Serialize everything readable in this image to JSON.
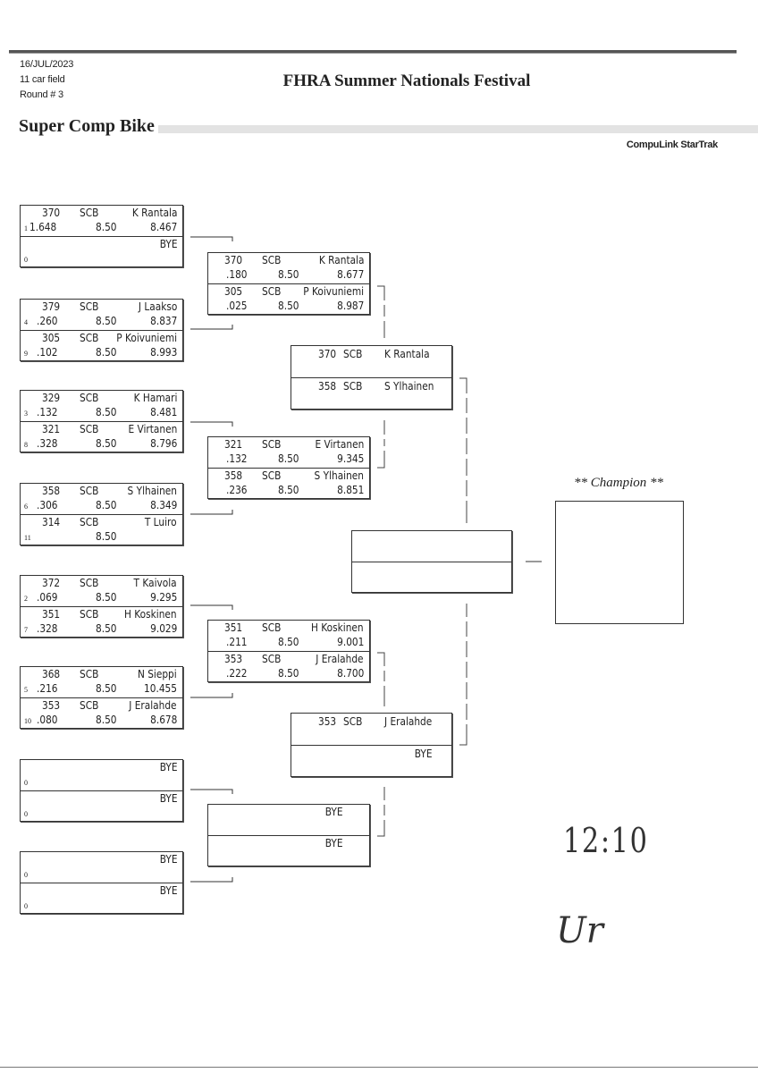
{
  "header": {
    "date": "16/JUL/2023",
    "field": "11 car field",
    "round": "Round # 3",
    "title": "FHRA Summer Nationals Festival",
    "class_name": "Super Comp Bike",
    "brand": "CompuLink StarTrak"
  },
  "round1": [
    [
      {
        "car": "370",
        "cls": "SCB",
        "name": "K Rantala",
        "seed": "1",
        "rt": "1.648",
        "dial": "8.50",
        "et": "8.467"
      },
      {
        "car": "",
        "cls": "",
        "name": "BYE",
        "seed": "0",
        "rt": "",
        "dial": "",
        "et": ""
      }
    ],
    [
      {
        "car": "379",
        "cls": "SCB",
        "name": "J Laakso",
        "seed": "4",
        "rt": ".260",
        "dial": "8.50",
        "et": "8.837"
      },
      {
        "car": "305",
        "cls": "SCB",
        "name": "P Koivuniemi",
        "seed": "9",
        "rt": ".102",
        "dial": "8.50",
        "et": "8.993"
      }
    ],
    [
      {
        "car": "329",
        "cls": "SCB",
        "name": "K Hamari",
        "seed": "3",
        "rt": ".132",
        "dial": "8.50",
        "et": "8.481"
      },
      {
        "car": "321",
        "cls": "SCB",
        "name": "E Virtanen",
        "seed": "8",
        "rt": ".328",
        "dial": "8.50",
        "et": "8.796"
      }
    ],
    [
      {
        "car": "358",
        "cls": "SCB",
        "name": "S Ylhainen",
        "seed": "6",
        "rt": ".306",
        "dial": "8.50",
        "et": "8.349"
      },
      {
        "car": "314",
        "cls": "SCB",
        "name": "T Luiro",
        "seed": "11",
        "rt": "",
        "dial": "8.50",
        "et": ""
      }
    ],
    [
      {
        "car": "372",
        "cls": "SCB",
        "name": "T Kaivola",
        "seed": "2",
        "rt": ".069",
        "dial": "8.50",
        "et": "9.295"
      },
      {
        "car": "351",
        "cls": "SCB",
        "name": "H Koskinen",
        "seed": "7",
        "rt": ".328",
        "dial": "8.50",
        "et": "9.029"
      }
    ],
    [
      {
        "car": "368",
        "cls": "SCB",
        "name": "N Sieppi",
        "seed": "5",
        "rt": ".216",
        "dial": "8.50",
        "et": "10.455"
      },
      {
        "car": "353",
        "cls": "SCB",
        "name": "J Eralahde",
        "seed": "10",
        "rt": ".080",
        "dial": "8.50",
        "et": "8.678"
      }
    ],
    [
      {
        "car": "",
        "cls": "",
        "name": "BYE",
        "seed": "0",
        "rt": "",
        "dial": "",
        "et": ""
      },
      {
        "car": "",
        "cls": "",
        "name": "BYE",
        "seed": "0",
        "rt": "",
        "dial": "",
        "et": ""
      }
    ],
    [
      {
        "car": "",
        "cls": "",
        "name": "BYE",
        "seed": "0",
        "rt": "",
        "dial": "",
        "et": ""
      },
      {
        "car": "",
        "cls": "",
        "name": "BYE",
        "seed": "0",
        "rt": "",
        "dial": "",
        "et": ""
      }
    ]
  ],
  "round2": [
    [
      {
        "car": "370",
        "cls": "SCB",
        "name": "K Rantala",
        "rt": ".180",
        "dial": "8.50",
        "et": "8.677"
      },
      {
        "car": "305",
        "cls": "SCB",
        "name": "P Koivuniemi",
        "rt": ".025",
        "dial": "8.50",
        "et": "8.987"
      }
    ],
    [
      {
        "car": "321",
        "cls": "SCB",
        "name": "E Virtanen",
        "rt": ".132",
        "dial": "8.50",
        "et": "9.345"
      },
      {
        "car": "358",
        "cls": "SCB",
        "name": "S Ylhainen",
        "rt": ".236",
        "dial": "8.50",
        "et": "8.851"
      }
    ],
    [
      {
        "car": "351",
        "cls": "SCB",
        "name": "H Koskinen",
        "rt": ".211",
        "dial": "8.50",
        "et": "9.001"
      },
      {
        "car": "353",
        "cls": "SCB",
        "name": "J Eralahde",
        "rt": ".222",
        "dial": "8.50",
        "et": "8.700"
      }
    ],
    [
      {
        "car": "",
        "cls": "",
        "name": "BYE",
        "rt": "",
        "dial": "",
        "et": ""
      },
      {
        "car": "",
        "cls": "",
        "name": "BYE",
        "rt": "",
        "dial": "",
        "et": ""
      }
    ]
  ],
  "round3": [
    [
      {
        "car": "370",
        "cls": "SCB",
        "name": "K Rantala"
      },
      {
        "car": "358",
        "cls": "SCB",
        "name": "S Ylhainen"
      }
    ],
    [
      {
        "car": "353",
        "cls": "SCB",
        "name": "J Eralahde"
      },
      {
        "car": "",
        "cls": "",
        "name": "BYE"
      }
    ]
  ],
  "final": [
    [
      {
        "car": "",
        "cls": "",
        "name": ""
      },
      {
        "car": "",
        "cls": "",
        "name": ""
      }
    ]
  ],
  "champion": {
    "label": "** Champion **",
    "name": ""
  },
  "handwriting": {
    "time": "12:10",
    "initials": "Ur"
  }
}
